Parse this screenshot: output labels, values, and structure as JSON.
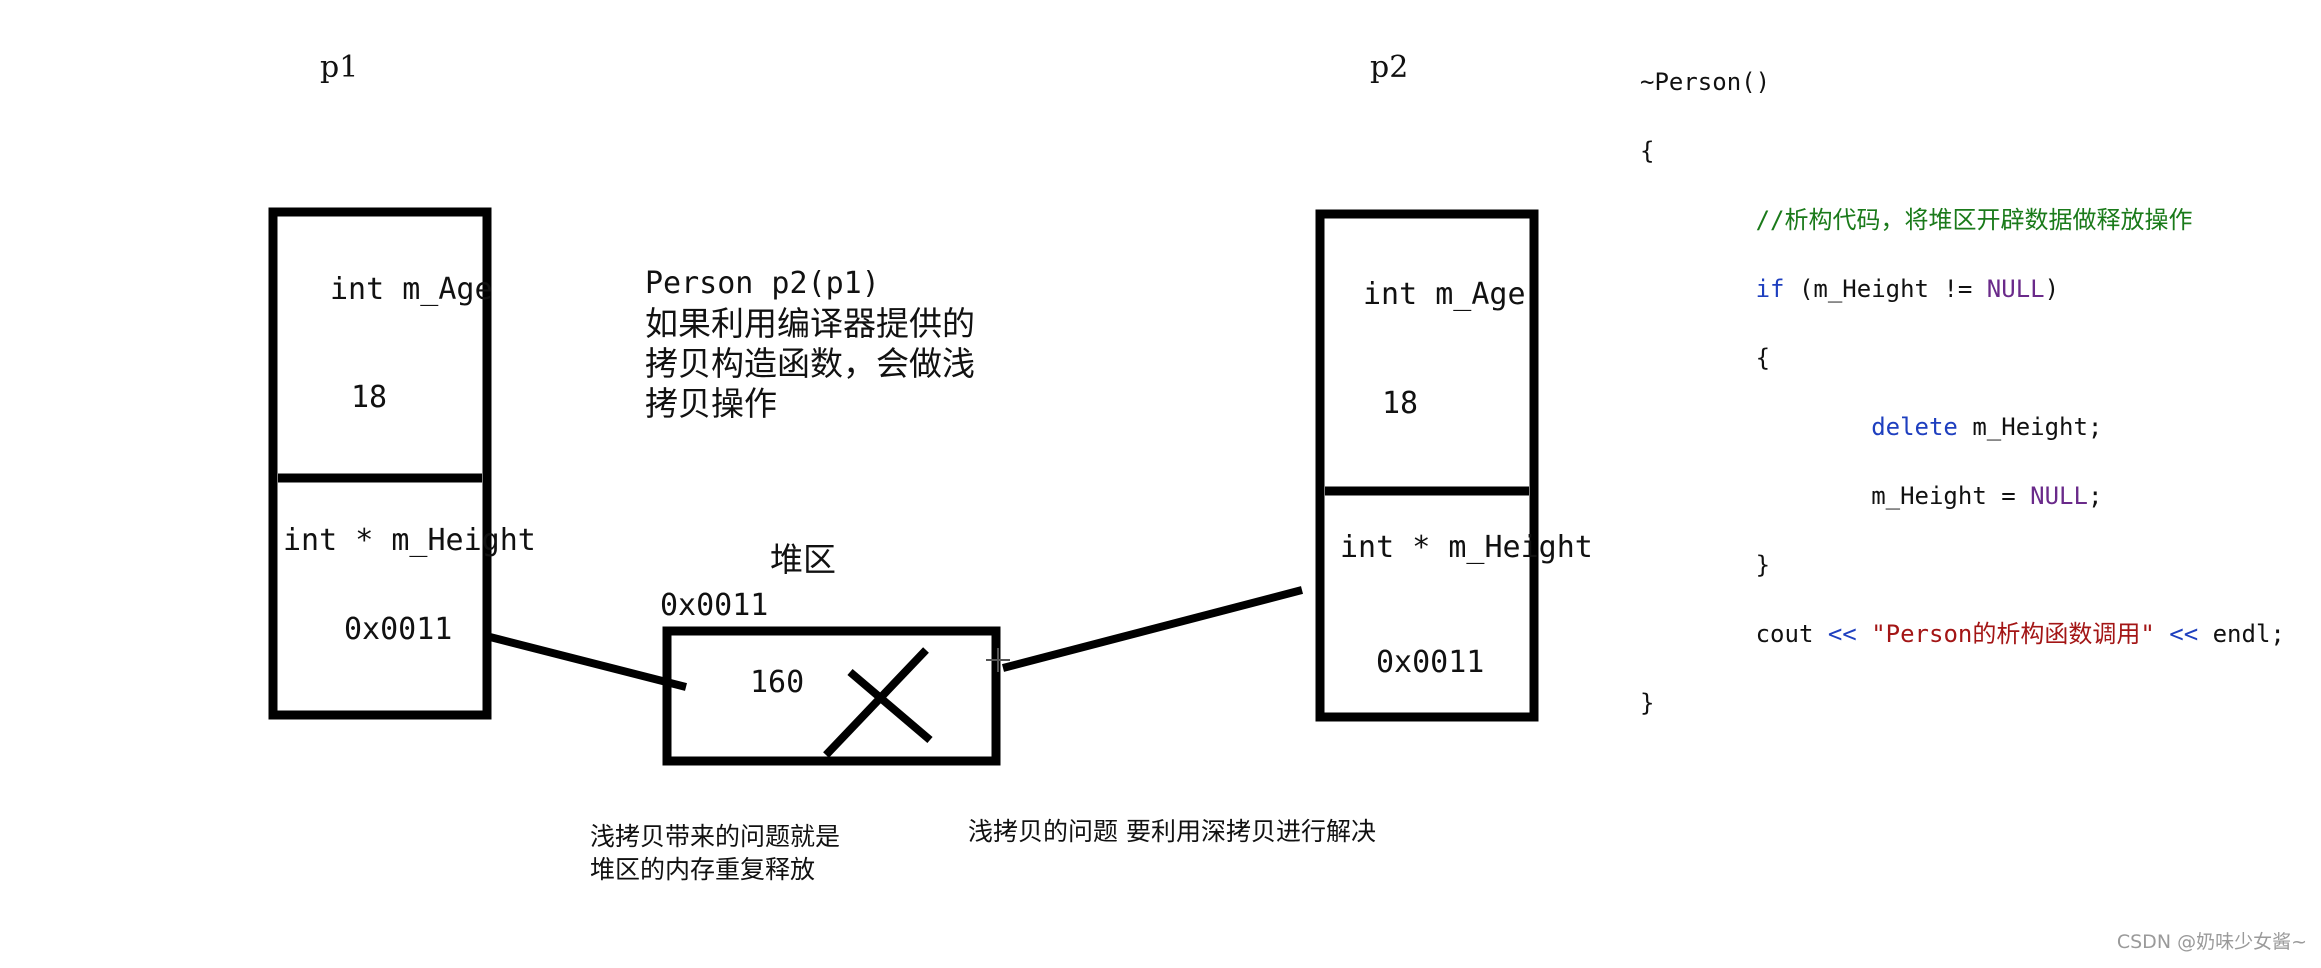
{
  "objects": {
    "p1": {
      "name": "p1",
      "age_field": "int m_Age",
      "age_value": "18",
      "height_field": "int * m_Height",
      "height_value": "0x0011"
    },
    "p2": {
      "name": "p2",
      "age_field": "int  m_Age",
      "age_value": "18",
      "height_field": "int * m_Height",
      "height_value": "0x0011"
    }
  },
  "heap": {
    "label": "堆区",
    "address": "0x0011",
    "value": "160"
  },
  "explanation": {
    "line1": "Person p2(p1)",
    "line2": "如果利用编译器提供的",
    "line3": "拷贝构造函数，会做浅",
    "line4": "拷贝操作"
  },
  "notes": {
    "problem_line1": "浅拷贝带来的问题就是",
    "problem_line2": "堆区的内存重复释放",
    "solution": "浅拷贝的问题 要利用深拷贝进行解决"
  },
  "code": {
    "l1": "~Person()",
    "l2": "{",
    "l3_comment": "//析构代码，将堆区开辟数据做释放操作",
    "l4_kw": "if",
    "l4_mid": " (m_Height != ",
    "l4_null": "NULL",
    "l4_end": ")",
    "l5": "{",
    "l6_kw": "delete",
    "l6_rest": " m_Height;",
    "l7_lhs": "m_Height = ",
    "l7_null": "NULL",
    "l7_end": ";",
    "l8": "}",
    "l9_cout": "cout ",
    "l9_op1": "<<",
    "l9_str": " \"Person的析构函数调用\" ",
    "l9_op2": "<<",
    "l9_end": " endl;",
    "l10": "}"
  },
  "watermark": "CSDN @奶味少女酱~"
}
